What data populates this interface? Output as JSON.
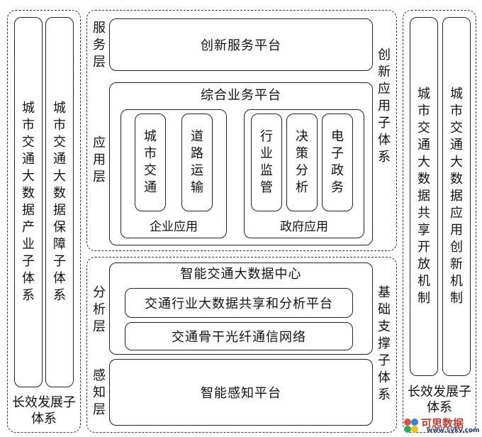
{
  "left_outer_caption": "长效发展子体系",
  "left_col1": "城市交通大数据产业子体系",
  "left_col2": "城市交通大数据保障子体系",
  "right_outer_caption": "长效发展子体系",
  "right_col1": "城市交通大数据共享开放机制",
  "right_col2": "城市交通大数据应用创新机制",
  "top_group_label": "创新应用子体系",
  "bottom_group_label": "基础支撑子体系",
  "service_layer": {
    "label": "服务层",
    "platform": "创新服务平台"
  },
  "application_layer": {
    "label": "应用层",
    "platform": "综合业务平台",
    "enterprise": {
      "caption": "企业应用",
      "items": [
        "城市交通",
        "道路运输"
      ]
    },
    "government": {
      "caption": "政府应用",
      "items": [
        "行业监管",
        "决策分析",
        "电子政务"
      ]
    }
  },
  "analysis_layer": {
    "label": "分析层",
    "center": "智能交通大数据中心",
    "box1": "交通行业大数据共享和分析平台",
    "box2": "交通骨干光纤通信网络"
  },
  "perception_layer": {
    "label": "感知层",
    "platform": "智能感知平台"
  },
  "watermark": {
    "text": "可思数据",
    "url": "www.sykv.com"
  },
  "colors": {
    "stroke": "#222222",
    "background": "#ffffff",
    "watermark": "#c0392b"
  }
}
